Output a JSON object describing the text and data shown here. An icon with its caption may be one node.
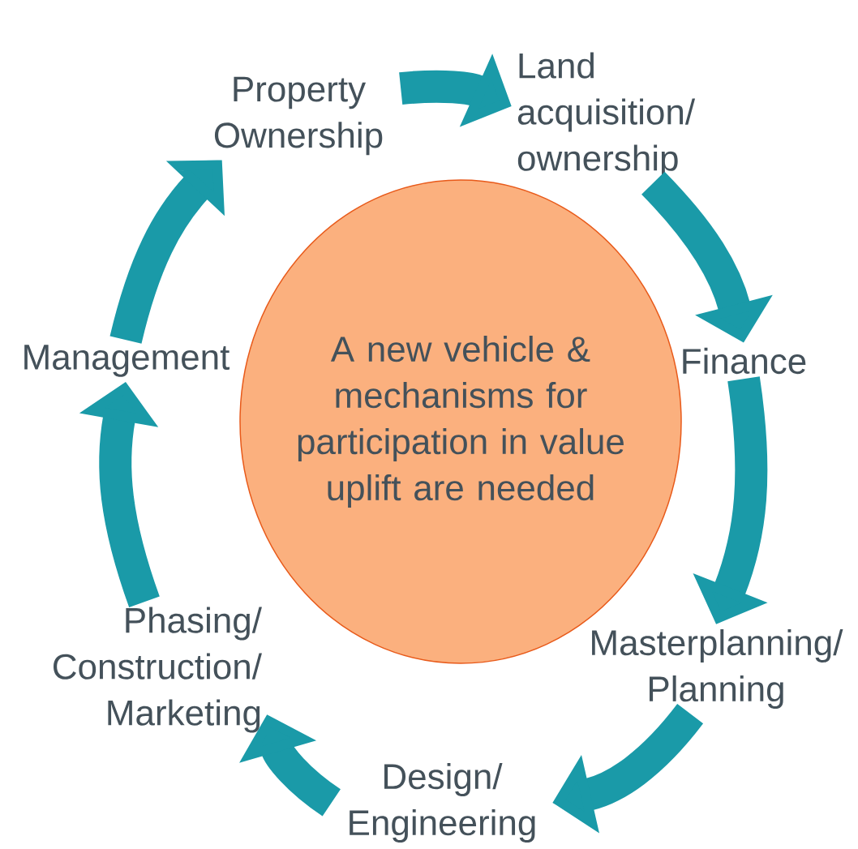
{
  "diagram": {
    "nodes": [
      {
        "text": [
          "A new vehicle & mechanisms for participation in value uplift are needed"
        ]
      },
      {
        "text": [
          "Property Ownership"
        ]
      },
      {
        "text": [
          "Land acquisition/ ownership"
        ]
      },
      {
        "text": [
          "Finance"
        ]
      },
      {
        "text": [
          "Masterplanning/ Planning"
        ]
      },
      {
        "text": [
          "Design/ Engineering"
        ]
      },
      {
        "text": [
          "Phasing/ Construction/ Marketing"
        ]
      },
      {
        "text": [
          "Management"
        ]
      }
    ],
    "edges": [
      {
        "from": 1,
        "to": 2,
        "arrow": "to"
      },
      {
        "from": 2,
        "to": 3,
        "arrow": "to"
      },
      {
        "from": 3,
        "to": 4,
        "arrow": "to"
      },
      {
        "from": 4,
        "to": 5,
        "arrow": "to"
      },
      {
        "from": 5,
        "to": 6,
        "arrow": "to"
      },
      {
        "from": 6,
        "to": 7,
        "arrow": "to"
      },
      {
        "from": 7,
        "to": 1,
        "arrow": "to"
      }
    ]
  }
}
